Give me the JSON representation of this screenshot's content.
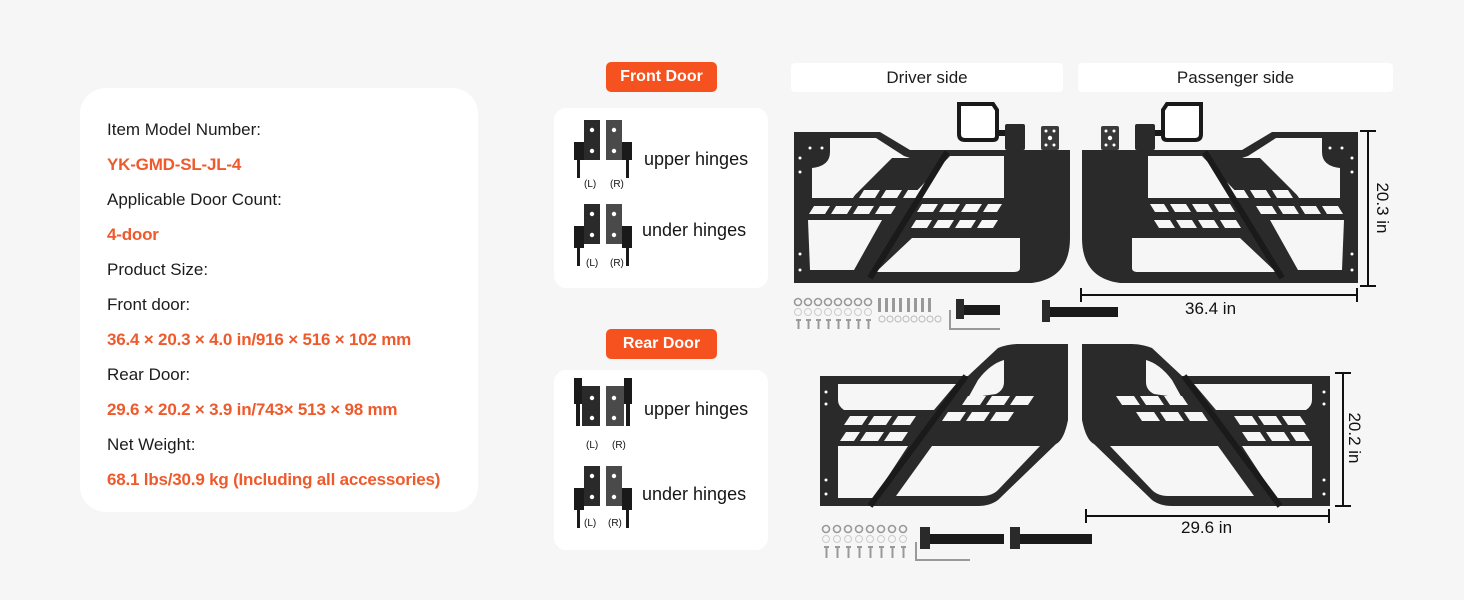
{
  "specs": {
    "model_label": "Item Model Number:",
    "model_value": "YK-GMD-SL-JL-4",
    "door_count_label": "Applicable Door Count:",
    "door_count_value": "4-door",
    "product_size_label": "Product Size:",
    "front_door_label": "Front door:",
    "front_door_value": "36.4 × 20.3 × 4.0 in/916 × 516 × 102 mm",
    "rear_door_label": "Rear Door:",
    "rear_door_value": "29.6 × 20.2 × 3.9 in/743× 513 × 98 mm",
    "net_weight_label": "Net Weight:",
    "net_weight_value": "68.1 lbs/30.9 kg  (Including all accessories)"
  },
  "front_hinges": {
    "badge": "Front Door",
    "upper_label": "upper hinges",
    "under_label": "under hinges",
    "left_tag": "(L)",
    "right_tag": "(R)"
  },
  "rear_hinges": {
    "badge": "Rear Door",
    "upper_label": "upper hinges",
    "under_label": "under hinges",
    "left_tag": "(L)",
    "right_tag": "(R)"
  },
  "sides": {
    "driver": "Driver side",
    "passenger": "Passenger side"
  },
  "dimensions": {
    "front_height": "20.3 in",
    "front_width": "36.4 in",
    "rear_height": "20.2 in",
    "rear_width": "29.6 in"
  },
  "colors": {
    "accent": "#f6521f",
    "value_text": "#ee5a2c",
    "background": "#f6f6f6",
    "card": "#ffffff",
    "metal": "#2a2a2a"
  }
}
